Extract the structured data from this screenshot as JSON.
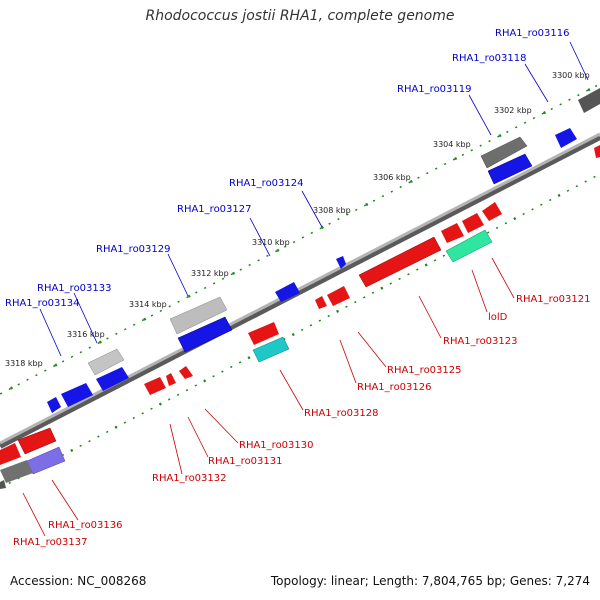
{
  "map": {
    "title": "Rhodococcus jostii RHA1, complete genome",
    "accession": "Accession: NC_008268",
    "stats": "Topology: linear; Length: 7,804,765 bp; Genes: 7,274",
    "colors": {
      "forward_label": "#0000cc",
      "reverse_label": "#cc0000",
      "scale_dot": "#1a8a1a",
      "backbone": "#8c8c8c"
    },
    "ruler_labels": [
      "3300 kbp",
      "3302 kbp",
      "3304 kbp",
      "3306 kbp",
      "3308 kbp",
      "3310 kbp",
      "3312 kbp",
      "3314 kbp",
      "3316 kbp",
      "3318 kbp"
    ],
    "forward_labels": [
      "RHA1_ro03116",
      "RHA1_ro03118",
      "RHA1_ro03119",
      "RHA1_ro03124",
      "RHA1_ro03127",
      "RHA1_ro03129",
      "RHA1_ro03133",
      "RHA1_ro03134"
    ],
    "reverse_labels": [
      "RHA1_ro03121",
      "lolD",
      "RHA1_ro03123",
      "RHA1_ro03125",
      "RHA1_ro03126",
      "RHA1_ro03128",
      "RHA1_ro03130",
      "RHA1_ro03131",
      "RHA1_ro03132",
      "RHA1_ro03136",
      "RHA1_ro03137"
    ]
  }
}
